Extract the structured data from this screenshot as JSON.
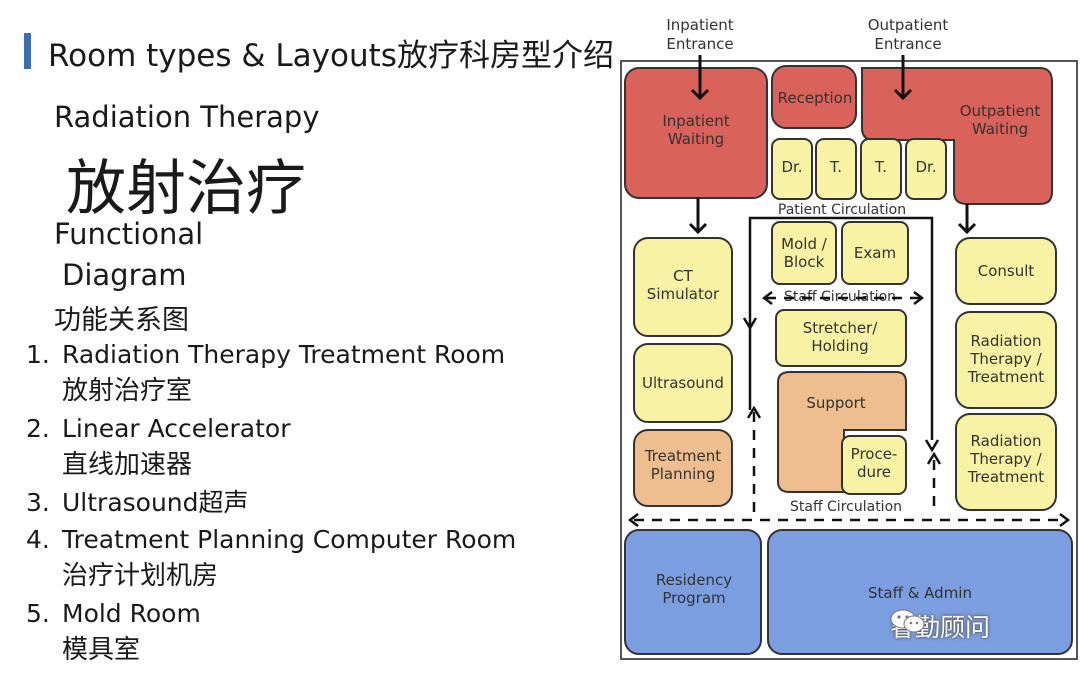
{
  "slide": {
    "title": "Room types & Layouts放疗科房型介绍",
    "subtitle_en": "Radiation Therapy",
    "subtitle_cn": "放射治疗",
    "functional": "Functional",
    "diagram": "Diagram",
    "diagram_cn": "功能关系图",
    "items": [
      {
        "num": "1.",
        "en": "Radiation Therapy Treatment Room",
        "cn": "放射治疗室"
      },
      {
        "num": "2.",
        "en": "Linear Accelerator",
        "cn": "直线加速器"
      },
      {
        "num": "3.",
        "en": "Ultrasound超声",
        "cn": ""
      },
      {
        "num": "4.",
        "en": "Treatment Planning Computer Room",
        "cn": "治疗计划机房"
      },
      {
        "num": "5.",
        "en": "Mold Room",
        "cn": "模具室"
      }
    ]
  },
  "diagram": {
    "colors": {
      "red": "#d9625b",
      "yellow": "#f7f2a4",
      "orange": "#eebe8e",
      "blue": "#7b9ee0",
      "outline": "#333333"
    },
    "inpatient_entrance": "Inpatient\nEntrance",
    "outpatient_entrance": "Outpatient\nEntrance",
    "rooms": {
      "inpatient_waiting": "Inpatient\nWaiting",
      "reception": "Reception",
      "outpatient_waiting": "Outpatient\nWaiting",
      "dr1": "Dr.",
      "t1": "T.",
      "t2": "T.",
      "dr2": "Dr.",
      "patient_circulation": "Patient Circulation",
      "mold_block": "Mold /\nBlock",
      "exam": "Exam",
      "staff_circulation_top": "Staff Circulation",
      "ct_simulator": "CT\nSimulator",
      "consult": "Consult",
      "stretcher": "Stretcher/\nHolding",
      "ultrasound": "Ultrasound",
      "rt_treatment_1": "Radiation\nTherapy /\nTreatment",
      "support": "Support",
      "procedure": "Proce-\ndure",
      "treatment_planning": "Treatment\nPlanning",
      "rt_treatment_2": "Radiation\nTherapy /\nTreatment",
      "staff_circulation_bottom": "Staff Circulation",
      "residency": "Residency\nProgram",
      "staff_admin": "Staff & Admin"
    },
    "watermark": "睿勤顾问",
    "watermark_icon": "wechat-icon"
  }
}
